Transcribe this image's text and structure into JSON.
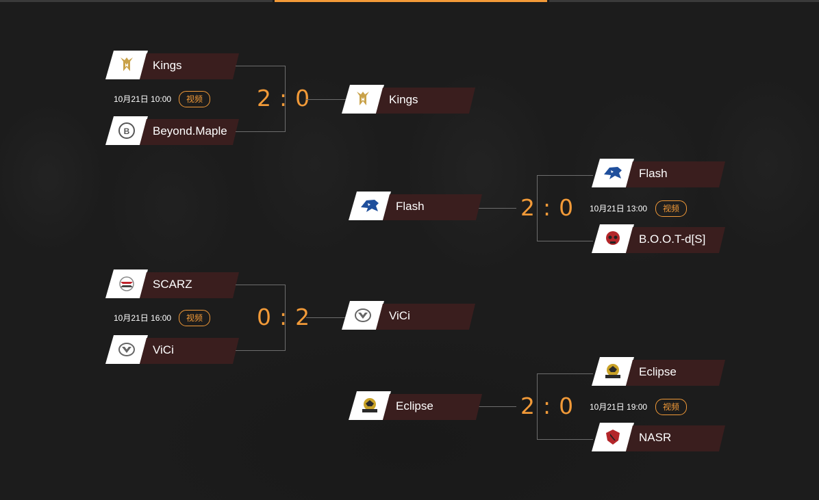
{
  "tabs": [
    "",
    "",
    ""
  ],
  "video_label": "视频",
  "matches": [
    {
      "top": {
        "name": "Kings",
        "logo": "kings-logo-icon"
      },
      "bottom": {
        "name": "Beyond.Maple",
        "logo": "beyond-maple-logo-icon"
      },
      "time": "10月21日 10:00",
      "score_left": "2",
      "score_right": "0",
      "winner": {
        "name": "Kings",
        "logo": "kings-logo-icon"
      }
    },
    {
      "top": {
        "name": "SCARZ",
        "logo": "scarz-logo-icon"
      },
      "bottom": {
        "name": "ViCi",
        "logo": "vici-logo-icon"
      },
      "time": "10月21日 16:00",
      "score_left": "0",
      "score_right": "2",
      "winner": {
        "name": "ViCi",
        "logo": "vici-logo-icon"
      }
    },
    {
      "top": {
        "name": "Flash",
        "logo": "flash-logo-icon"
      },
      "bottom": {
        "name": "B.O.O.T-d[S]",
        "logo": "boot-logo-icon"
      },
      "time": "10月21日 13:00",
      "score_left": "2",
      "score_right": "0",
      "winner": {
        "name": "Flash",
        "logo": "flash-logo-icon"
      }
    },
    {
      "top": {
        "name": "Eclipse",
        "logo": "eclipse-logo-icon"
      },
      "bottom": {
        "name": "NASR",
        "logo": "nasr-logo-icon"
      },
      "time": "10月21日 19:00",
      "score_left": "2",
      "score_right": "0",
      "winner": {
        "name": "Eclipse",
        "logo": "eclipse-logo-icon"
      }
    }
  ],
  "colors": {
    "accent": "#f29a38",
    "name_bg": "#3a1e1e",
    "background": "#1c1c1c"
  }
}
